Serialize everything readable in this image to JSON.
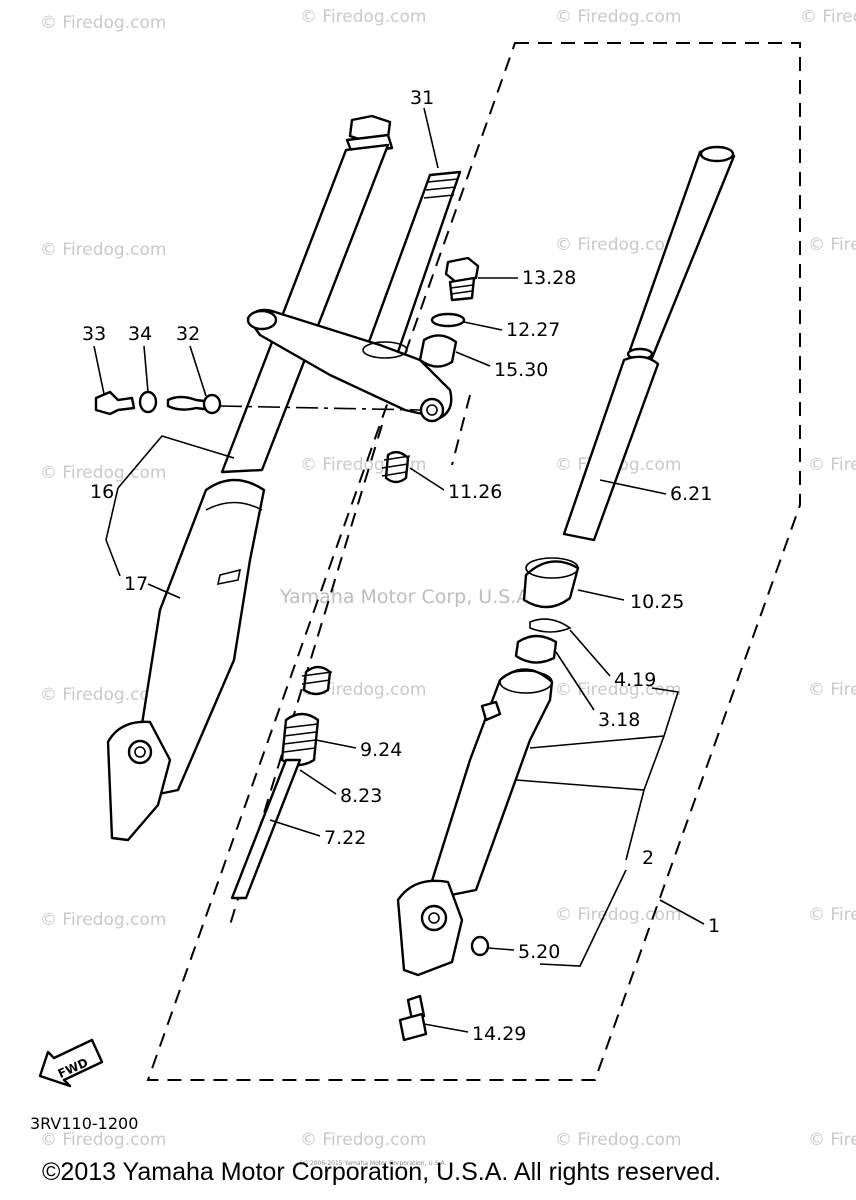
{
  "watermarks": {
    "small": "© Firedog.com",
    "center": "Yamaha Motor Corp, U.S.A."
  },
  "labels": {
    "p31": "31",
    "p33": "33",
    "p34": "34",
    "p32": "32",
    "p13_28": "13.28",
    "p12_27": "12.27",
    "p15_30": "15.30",
    "p11_26": "11.26",
    "p16": "16",
    "p17": "17",
    "p6_21": "6.21",
    "p10_25": "10.25",
    "p4_19": "4.19",
    "p3_18": "3.18",
    "p9_24": "9.24",
    "p8_23": "8.23",
    "p7_22": "7.22",
    "p2": "2",
    "p1": "1",
    "p5_20": "5.20",
    "p14_29": "14.29"
  },
  "fwd": "FWD",
  "diagram_code": "3RV110-1200",
  "tiny_note": "(c) 2006-2015 Yamaha Motor Corporation, U.S.A.",
  "copyright": "©2013 Yamaha Motor Corporation, U.S.A. All rights reserved."
}
